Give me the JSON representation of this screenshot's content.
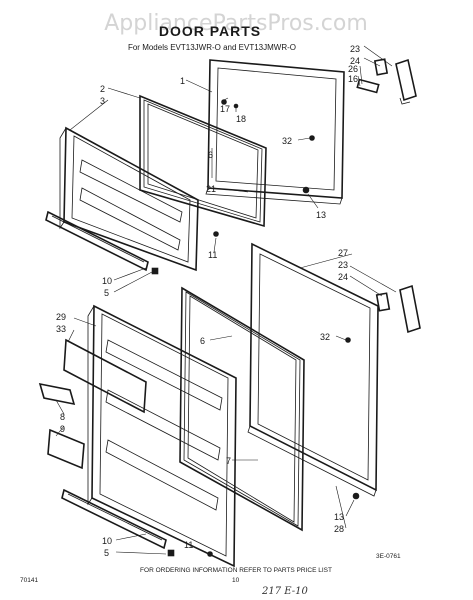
{
  "watermark": "AppliancePartsPros.com",
  "title": "DOOR PARTS",
  "subtitle": "For Models EVT13JWR-O and EVT13JMWR-O",
  "footer": "FOR ORDERING INFORMATION REFER TO PARTS PRICE LIST",
  "page_code_left": "70141",
  "page_code_center": "10",
  "diagram_code": "3E-0761",
  "handwriting": "217 E-10",
  "callouts": {
    "c1": "1",
    "c2": "2",
    "c3": "3",
    "c5a": "5",
    "c5b": "5",
    "c6a": "6",
    "c6b": "6",
    "c7": "7",
    "c8": "8",
    "c9": "9",
    "c10a": "10",
    "c10b": "10",
    "c11a": "11",
    "c11b": "11",
    "c13a": "13",
    "c13b": "13",
    "c16": "16",
    "c17": "17",
    "c18": "18",
    "c21": "21",
    "c23a": "23",
    "c23b": "23",
    "c24a": "24",
    "c24b": "24",
    "c26": "26",
    "c27": "27",
    "c28": "28",
    "c29": "29",
    "c32a": "32",
    "c32b": "32",
    "c33": "33"
  }
}
